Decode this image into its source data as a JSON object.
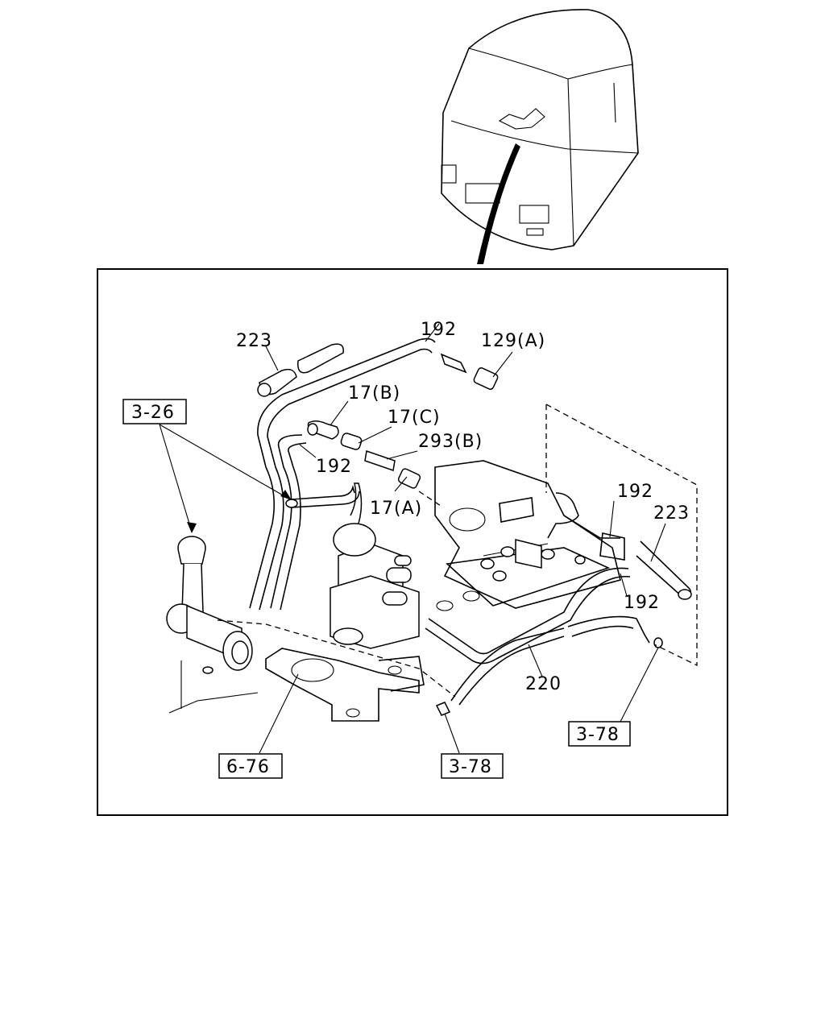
{
  "callouts": {
    "c192_top": "192",
    "c223_left": "223",
    "c129a": "129(A)",
    "c17b": "17(B)",
    "c17c": "17(C)",
    "c293b": "293(B)",
    "c192_mid": "192",
    "c17a": "17(A)",
    "c192_right": "192",
    "c223_right": "223",
    "c192_lower": "192",
    "c220": "220"
  },
  "references": {
    "r3_26": "3-26",
    "r3_78_right": "3-78",
    "r6_76": "6-76",
    "r3_78_bottom": "3-78"
  }
}
